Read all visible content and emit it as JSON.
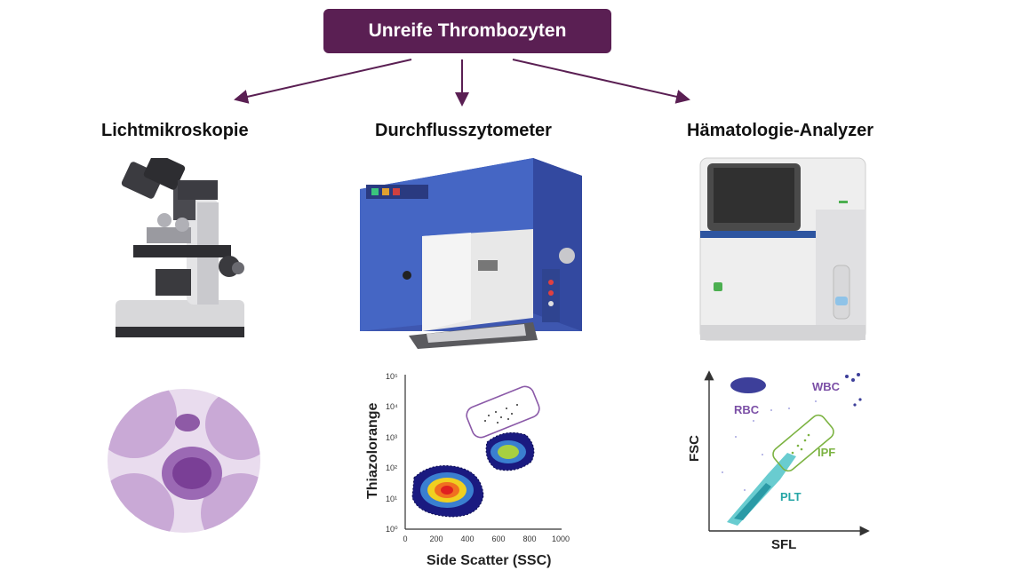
{
  "title": "Unreife Thrombozyten",
  "methods": [
    {
      "label": "Lichtmikroskopie"
    },
    {
      "label": "Durchflusszytometer"
    },
    {
      "label": "Hämatologie-Analyzer"
    }
  ],
  "flow_plot": {
    "ylabel": "Thiazolorange",
    "xlabel": "Side Scatter (SSC)",
    "x_ticks": [
      "0",
      "200",
      "400",
      "600",
      "800",
      "1000"
    ],
    "y_ticks": [
      "10⁰",
      "10¹",
      "10²",
      "10³",
      "10⁴",
      "10⁵"
    ]
  },
  "analyzer_plot": {
    "ylabel": "FSC",
    "xlabel": "SFL",
    "populations": [
      {
        "label": "RBC",
        "color": "#7b4fa6"
      },
      {
        "label": "WBC",
        "color": "#7b4fa6"
      },
      {
        "label": "IPF",
        "color": "#7cb342"
      },
      {
        "label": "PLT",
        "color": "#26a6a6"
      }
    ]
  },
  "colors": {
    "title_bg": "#5a1f53",
    "arrow": "#5a1f53",
    "gate_purple": "#8b5aa8",
    "gate_green": "#7cb342"
  }
}
